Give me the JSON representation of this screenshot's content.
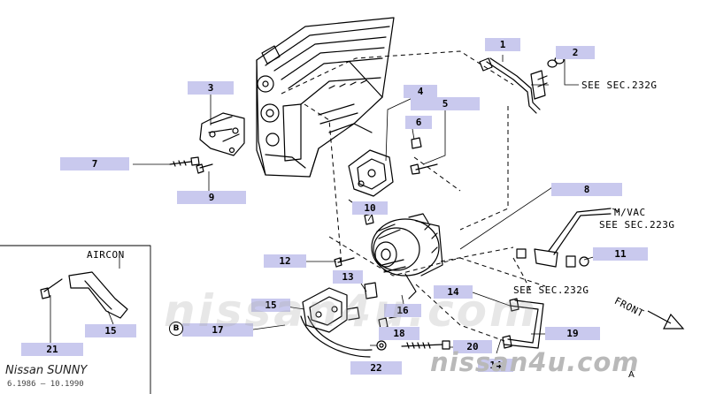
{
  "callouts": [
    "1",
    "2",
    "3",
    "4",
    "5",
    "6",
    "7",
    "8",
    "9",
    "10",
    "11",
    "12",
    "13",
    "14",
    "14",
    "15",
    "15",
    "16",
    "17",
    "18",
    "19",
    "20",
    "21",
    "22"
  ],
  "notes": {
    "see_232g_top": "SEE SEC.232G",
    "mvac": "M/VAC",
    "see_223g": "SEE SEC.223G",
    "see_232g_mid": "SEE SEC.232G",
    "front": "FRONT",
    "aircon": "AIRCON"
  },
  "circled_label": "B",
  "footer": {
    "model": "Nissan SUNNY",
    "dates": "6.1986 – 10.1990"
  },
  "watermark": "nissan4u.com",
  "corner_label": "A",
  "colors": {
    "callout_fill": "#c9c9ee",
    "line": "#000000",
    "watermark": "#b9b9b9"
  }
}
